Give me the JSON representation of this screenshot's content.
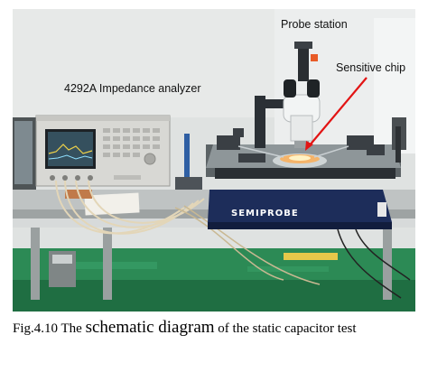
{
  "figure": {
    "labels": {
      "analyzer": "4292A Impedance analyzer",
      "probe_station": "Probe station",
      "sensitive_chip": "Sensitive chip"
    },
    "machine_brand": "SEMIPROBE",
    "caption": {
      "prefix": "Fig.4.10 The ",
      "emphasis_1": "schematic diagram",
      "middle": " of the static capacitor test"
    },
    "colors": {
      "lab_wall": "#dcdedd",
      "bench": "#b9bcbc",
      "analyzer_body": "#d8d8d4",
      "probe_base": "#1d2d5a",
      "floor": "#2c8a55",
      "arrow": "#e21414"
    }
  }
}
